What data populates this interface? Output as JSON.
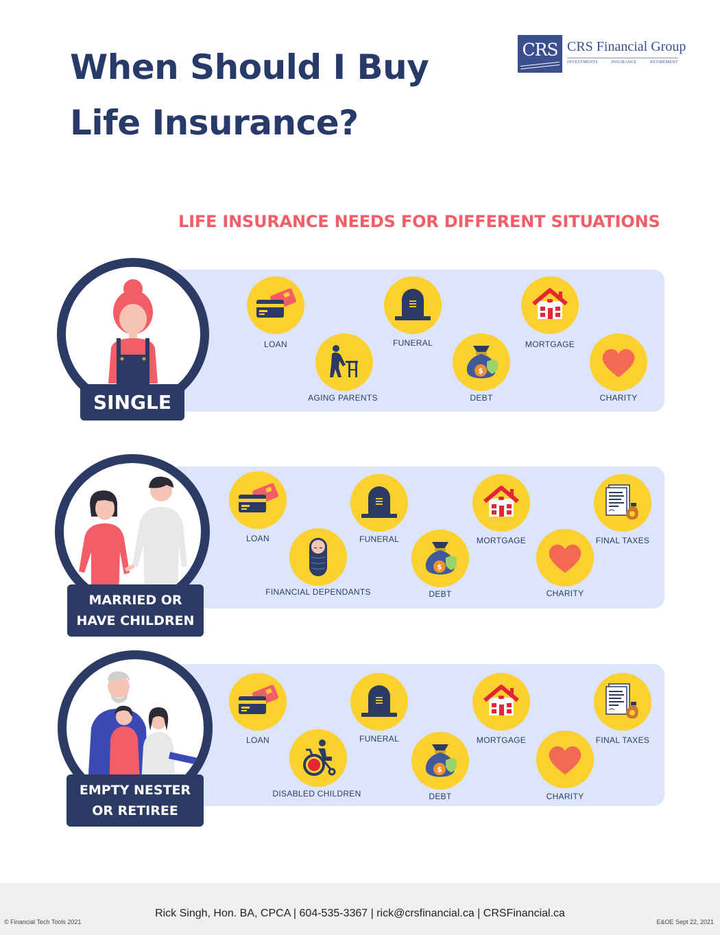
{
  "title": {
    "line1": "When Should I Buy",
    "line2": "Life Insurance?"
  },
  "logo": {
    "mark": "CRS",
    "name": "CRS Financial Group",
    "tags": [
      "INVESTMENTS",
      "·",
      "INSURANCE",
      "·",
      "RETIREMENT"
    ]
  },
  "subtitle": "LIFE INSURANCE NEEDS FOR DIFFERENT SITUATIONS",
  "situations": [
    {
      "label_lines": [
        "SINGLE"
      ],
      "needs": [
        "LOAN",
        "AGING PARENTS",
        "FUNERAL",
        "DEBT",
        "MORTGAGE",
        "CHARITY"
      ]
    },
    {
      "label_lines": [
        "MARRIED OR",
        "HAVE CHILDREN"
      ],
      "needs": [
        "LOAN",
        "FINANCIAL DEPENDANTS",
        "FUNERAL",
        "DEBT",
        "MORTGAGE",
        "CHARITY",
        "FINAL TAXES"
      ]
    },
    {
      "label_lines": [
        "EMPTY NESTER",
        "OR RETIREE"
      ],
      "needs": [
        "LOAN",
        "DISABLED CHILDREN",
        "FUNERAL",
        "DEBT",
        "MORTGAGE",
        "CHARITY",
        "FINAL TAXES"
      ]
    }
  ],
  "icons": {
    "loan": "credit-card-icon",
    "aging_parents": "elderly-walker-icon",
    "financial_dependants": "swaddled-baby-icon",
    "disabled_children": "wheelchair-icon",
    "funeral": "tombstone-icon",
    "debt": "money-bag-icon",
    "mortgage": "house-icon",
    "charity": "heart-icon",
    "final_taxes": "tax-document-icon"
  },
  "colors": {
    "navy": "#273a69",
    "accent": "#f25d67",
    "band": "#dce5fb",
    "icon_bg": "#fcd02f"
  },
  "footer": {
    "contact": "Rick Singh, Hon. BA, CPCA | 604-535-3367 | rick@crsfinancial.ca | CRSFinancial.ca",
    "left": "© Financial Tech Tools 2021",
    "right": "E&OE Sept 22, 2021"
  }
}
